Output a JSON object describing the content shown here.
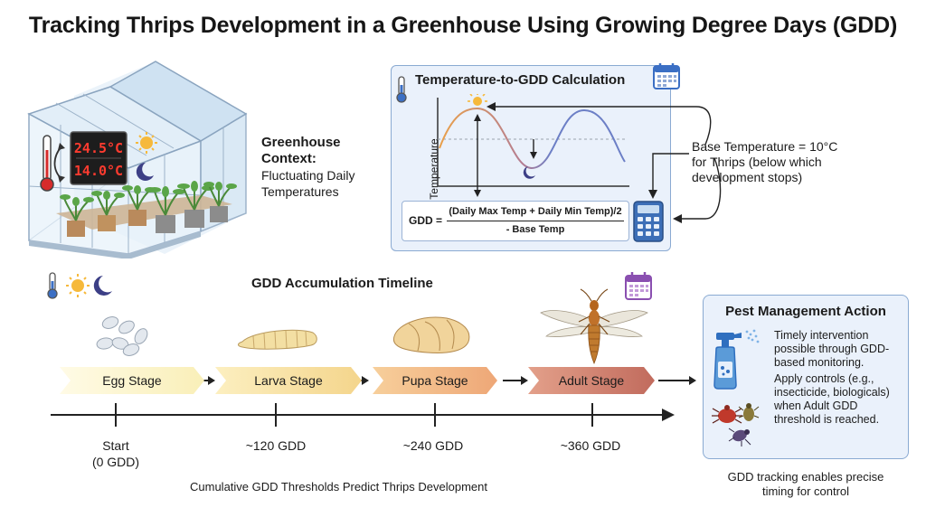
{
  "title": "Tracking Thrips Development in a Greenhouse Using Growing Degree Days (GDD)",
  "greenhouse": {
    "display_day": "24.5°C",
    "display_night": "14.0°C",
    "context_heading_1": "Greenhouse",
    "context_heading_2": "Context:",
    "context_text_1": "Fluctuating Daily",
    "context_text_2": "Temperatures",
    "icons": [
      "thermometer-icon",
      "sun-icon",
      "moon-icon"
    ]
  },
  "calculation": {
    "title": "Temperature-to-GDD Calculation",
    "y_axis_label": "Temperature",
    "formula_lhs": "GDD =",
    "formula_numerator": "(Daily Max Temp + Daily Min Temp)/2",
    "formula_denominator": "- Base Temp",
    "base_temp_line_1": "Base Temperature = 10°C",
    "base_temp_line_2": "for Thrips (below which",
    "base_temp_line_3": "development stops)",
    "colors": {
      "warm": "#e9a04a",
      "cool": "#6c7fc6",
      "panel": "#eaf1fb"
    }
  },
  "timeline": {
    "title": "GDD Accumulation Timeline",
    "stages": [
      {
        "label": "Egg Stage",
        "color": "#f9efb8"
      },
      {
        "label": "Larva Stage",
        "color": "#f4d58c"
      },
      {
        "label": "Pupa Stage",
        "color": "#eea777"
      },
      {
        "label": "Adult Stage",
        "color": "#c16b5d"
      }
    ],
    "ticks": [
      {
        "line1": "Start",
        "line2": "(0 GDD)"
      },
      {
        "line1": "~120 GDD"
      },
      {
        "line1": "~240 GDD"
      },
      {
        "line1": "~360 GDD"
      }
    ],
    "caption": "Cumulative GDD Thresholds Predict Thrips Development"
  },
  "pest_management": {
    "title": "Pest Management Action",
    "text_1": "Timely intervention possible through GDD-based monitoring.",
    "text_2": "Apply controls (e.g., insecticide, biologicals) when Adult GDD threshold is reached.",
    "caption_1": "GDD tracking enables precise",
    "caption_2": "timing for control"
  }
}
